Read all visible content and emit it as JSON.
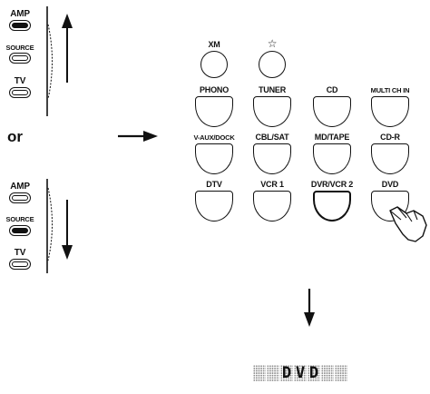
{
  "input_switch_top": {
    "amp_label": "AMP",
    "source_label": "SOURCE",
    "tv_label": "TV",
    "active": "amp"
  },
  "input_switch_bottom": {
    "amp_label": "AMP",
    "source_label": "SOURCE",
    "tv_label": "TV",
    "active": "source"
  },
  "or_text": "or",
  "buttons": {
    "xm": "XM",
    "star": "☆",
    "phono": "PHONO",
    "tuner": "TUNER",
    "cd": "CD",
    "multi_ch_in": "MULTI CH IN",
    "v_aux_dock": "V-AUX/DOCK",
    "cbl_sat": "CBL/SAT",
    "md_tape": "MD/TAPE",
    "cd_r": "CD-R",
    "dtv": "DTV",
    "vcr1": "VCR 1",
    "dvr_vcr2": "DVR/VCR 2",
    "dvd": "DVD",
    "pressed": "dvd"
  },
  "display": {
    "text": "DVD",
    "chars": [
      "",
      "D",
      "V",
      "D",
      ""
    ]
  },
  "icons": {
    "arrow_up": "arrow-up-icon",
    "arrow_down": "arrow-down-icon",
    "arrow_right": "arrow-right-icon",
    "hand": "pointing-hand-icon"
  }
}
